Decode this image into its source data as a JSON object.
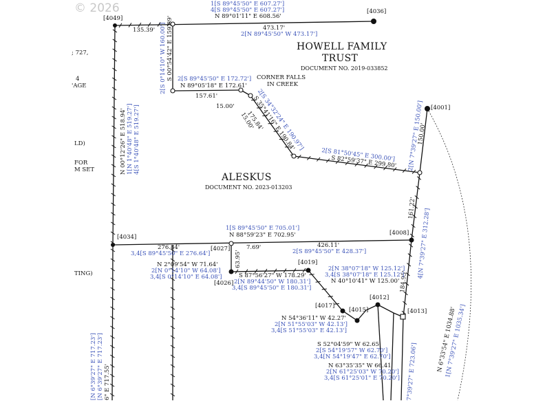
{
  "copyright": "© 2026",
  "titles": {
    "trust_line1": "HOWELL FAMILY",
    "trust_line2": "TRUST",
    "trust_doc": "DOCUMENT NO. 2019-033852",
    "parcel": "ALESKUS",
    "parcel_doc": "DOCUMENT NO. 2023-013203"
  },
  "corners": {
    "c4049": "[4049]",
    "c4036": "[4036]",
    "c4001": "[4001]",
    "c4034": "[4034]",
    "c4027": "[4027]",
    "c4026": "[4026]",
    "c4019": "[4019]",
    "c4008": "[4008]",
    "c4017": "[4017]",
    "c4015": "[4015]",
    "c4012": "[4012]",
    "c4013": "[4013]"
  },
  "left_margin": {
    "t1": "; 727,",
    "t2": "4",
    "t3": "'AGE",
    "t4": "LD)",
    "t5": "FOR",
    "t6": "M SET",
    "t7": "TING)"
  },
  "labels": {
    "top_b1": "1[S 89°45'50\" E 607.27']",
    "top_b2": "4[S 89°45'50\" E 607.27']",
    "top_m": "N 89°01'11\" E 608.56'",
    "d_135": "135.39'",
    "d_473": "473.17'",
    "d_473b": "2[N 89°45'50\" W 473.17']",
    "vert_a_b": "2[S 0°14'10\" W 160.00']",
    "vert_a_m": "S 00°54'42\" E 159.89'",
    "mid_b": "2[S 89°45'50\" E 172.72']",
    "mid_m": "N 89°05'18\" E 172.61'",
    "d_157": "157.61'",
    "corner_falls1": "CORNER FALLS",
    "corner_falls2": "IN CREEK",
    "d_15a": "15.00'",
    "d_15b": "15.00'",
    "diag_b": "2[S 34°32'24\" E 190.97']",
    "diag_m": "S 35°41'16\" E 190.84'",
    "d_175": "175.84'",
    "east_b": "2[S 81°50'45\" E 300.00']",
    "east_m": "S 82°59'37\" E 299.80'",
    "west_m": "N 00°12'26\" E 518.94'",
    "west_b1": "1[N 1°40'48\" E 519.27']",
    "west_b2": "4[S 1°40'48\" E 519.27']",
    "ne_b": "2[N 7°39'27\" E 150.00']",
    "d_150": "150.00'",
    "d_161": "161.22'",
    "ne2_b": "4[N 7°39'27\" E 312.28']",
    "d_184": "184.95'",
    "line4034_b": "1[S 89°45'50\" E 705.01']",
    "line4034_m": "N 88°59'23\" E 702.95'",
    "d_276": "276.84'",
    "d_276b": "3,4[S 89°45'50\" E 276.64']",
    "d_769": "7.69'",
    "d_426": "426.11'",
    "d_426b": "2[S 89°45'50\" E 428.37']",
    "d_6395": "63.95'",
    "n2_m": "N 2°09'54\" W 71.64'",
    "n2_b1": "2[N 0°14'10\" W 64.08']",
    "n2_b2": "3,4[S 0°14'10\" E 64.08']",
    "s87_m": "S 87°56'27\" W 178.29'",
    "s87_b1": "2[N 89°44'50\" W 180.31']",
    "s87_b2": "3,4[S 89°45'50\" E 180.31']",
    "n38_b1": "2[N 38°07'18\" W 125.12']",
    "n38_b2": "3,4[S 38°07'18\" E 125.12']",
    "n40_m": "N 40°10'41\" W 125.00'",
    "n54_m": "N 54°36'11\" W 42.27'",
    "n51_b1": "2[N 51°55'03\" W 42.13']",
    "n51_b2": "3,4[S 51°55'03\" E 42.13']",
    "s52_m": "S 52°04'59\" W 62.65'",
    "s54_b1": "2[S 54°19'57\" W 62.70']",
    "s54_b2": "3,4[N 54°19'47\" E 62.70']",
    "n63_m": "N 63°35'35\" W 66.41'",
    "n61_b1": "2[N 61°25'03\" W 70.20']",
    "n61_b2": "3,4[S 61°25'01\" E 70.20']",
    "n6_m": "N 6°33'54\" E 1034.88'",
    "n6_b": "1[N 7°39'27\" E 1035.34']",
    "bottom_b": "7°39'27\" E 723.06']",
    "bl_b1": "[N 6°39'27\" E 717.23']",
    "bl_b2": "[N 6°39'27\" E 717.23']",
    "bl_m": "6\" E 717.55'"
  }
}
